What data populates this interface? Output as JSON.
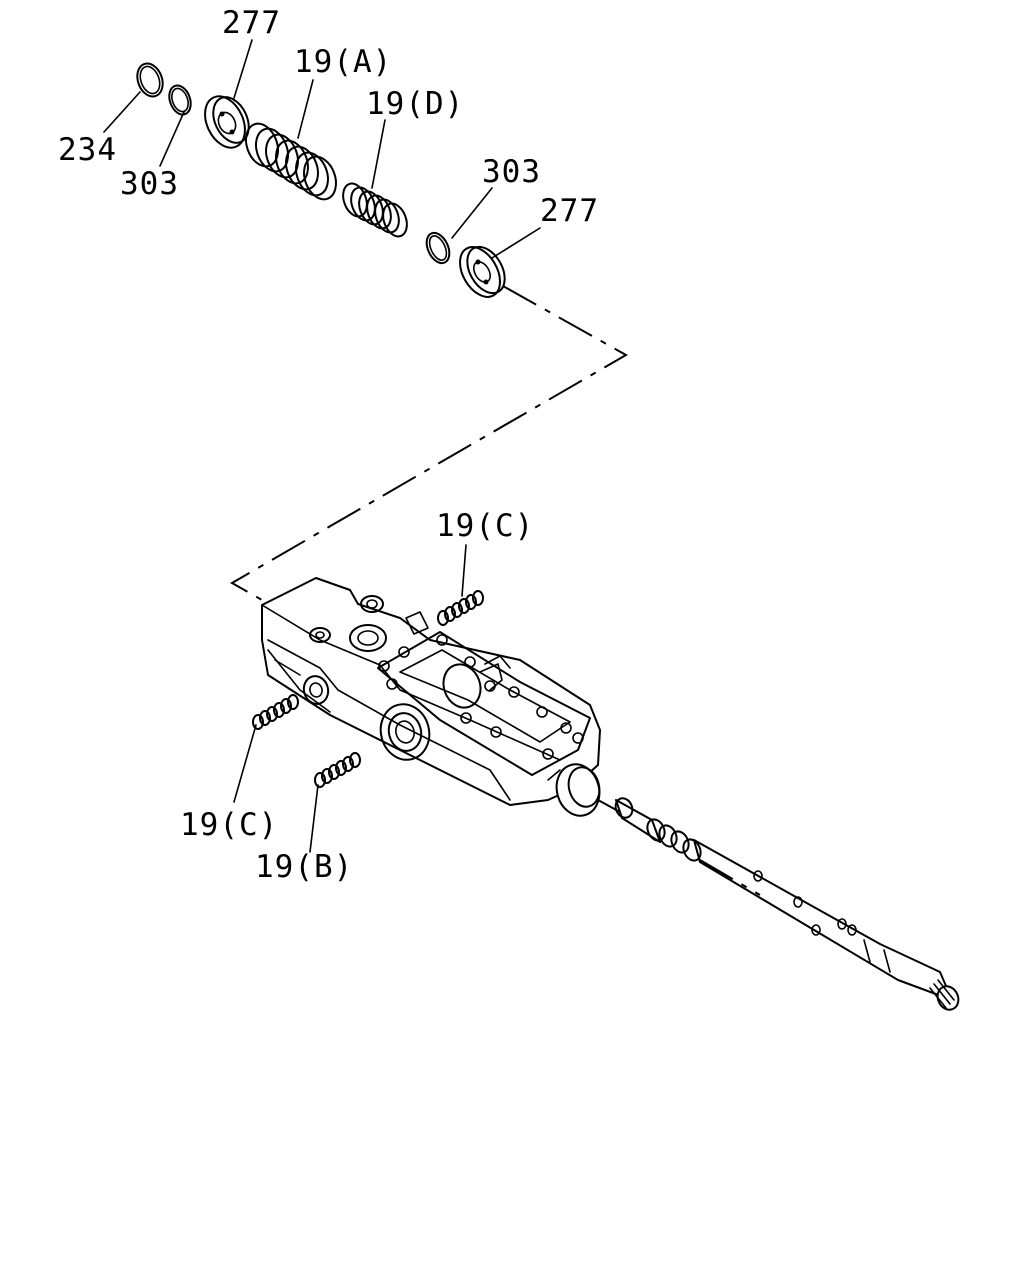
{
  "diagram": {
    "type": "exploded-parts-diagram",
    "callouts": [
      {
        "id": "c1",
        "text": "277"
      },
      {
        "id": "c2",
        "text": "19(A)"
      },
      {
        "id": "c3",
        "text": "19(D)"
      },
      {
        "id": "c4",
        "text": "234"
      },
      {
        "id": "c5",
        "text": "303"
      },
      {
        "id": "c6",
        "text": "303"
      },
      {
        "id": "c7",
        "text": "277"
      },
      {
        "id": "c8",
        "text": "19(C)"
      },
      {
        "id": "c9",
        "text": "19(C)"
      },
      {
        "id": "c10",
        "text": "19(B)"
      }
    ]
  }
}
